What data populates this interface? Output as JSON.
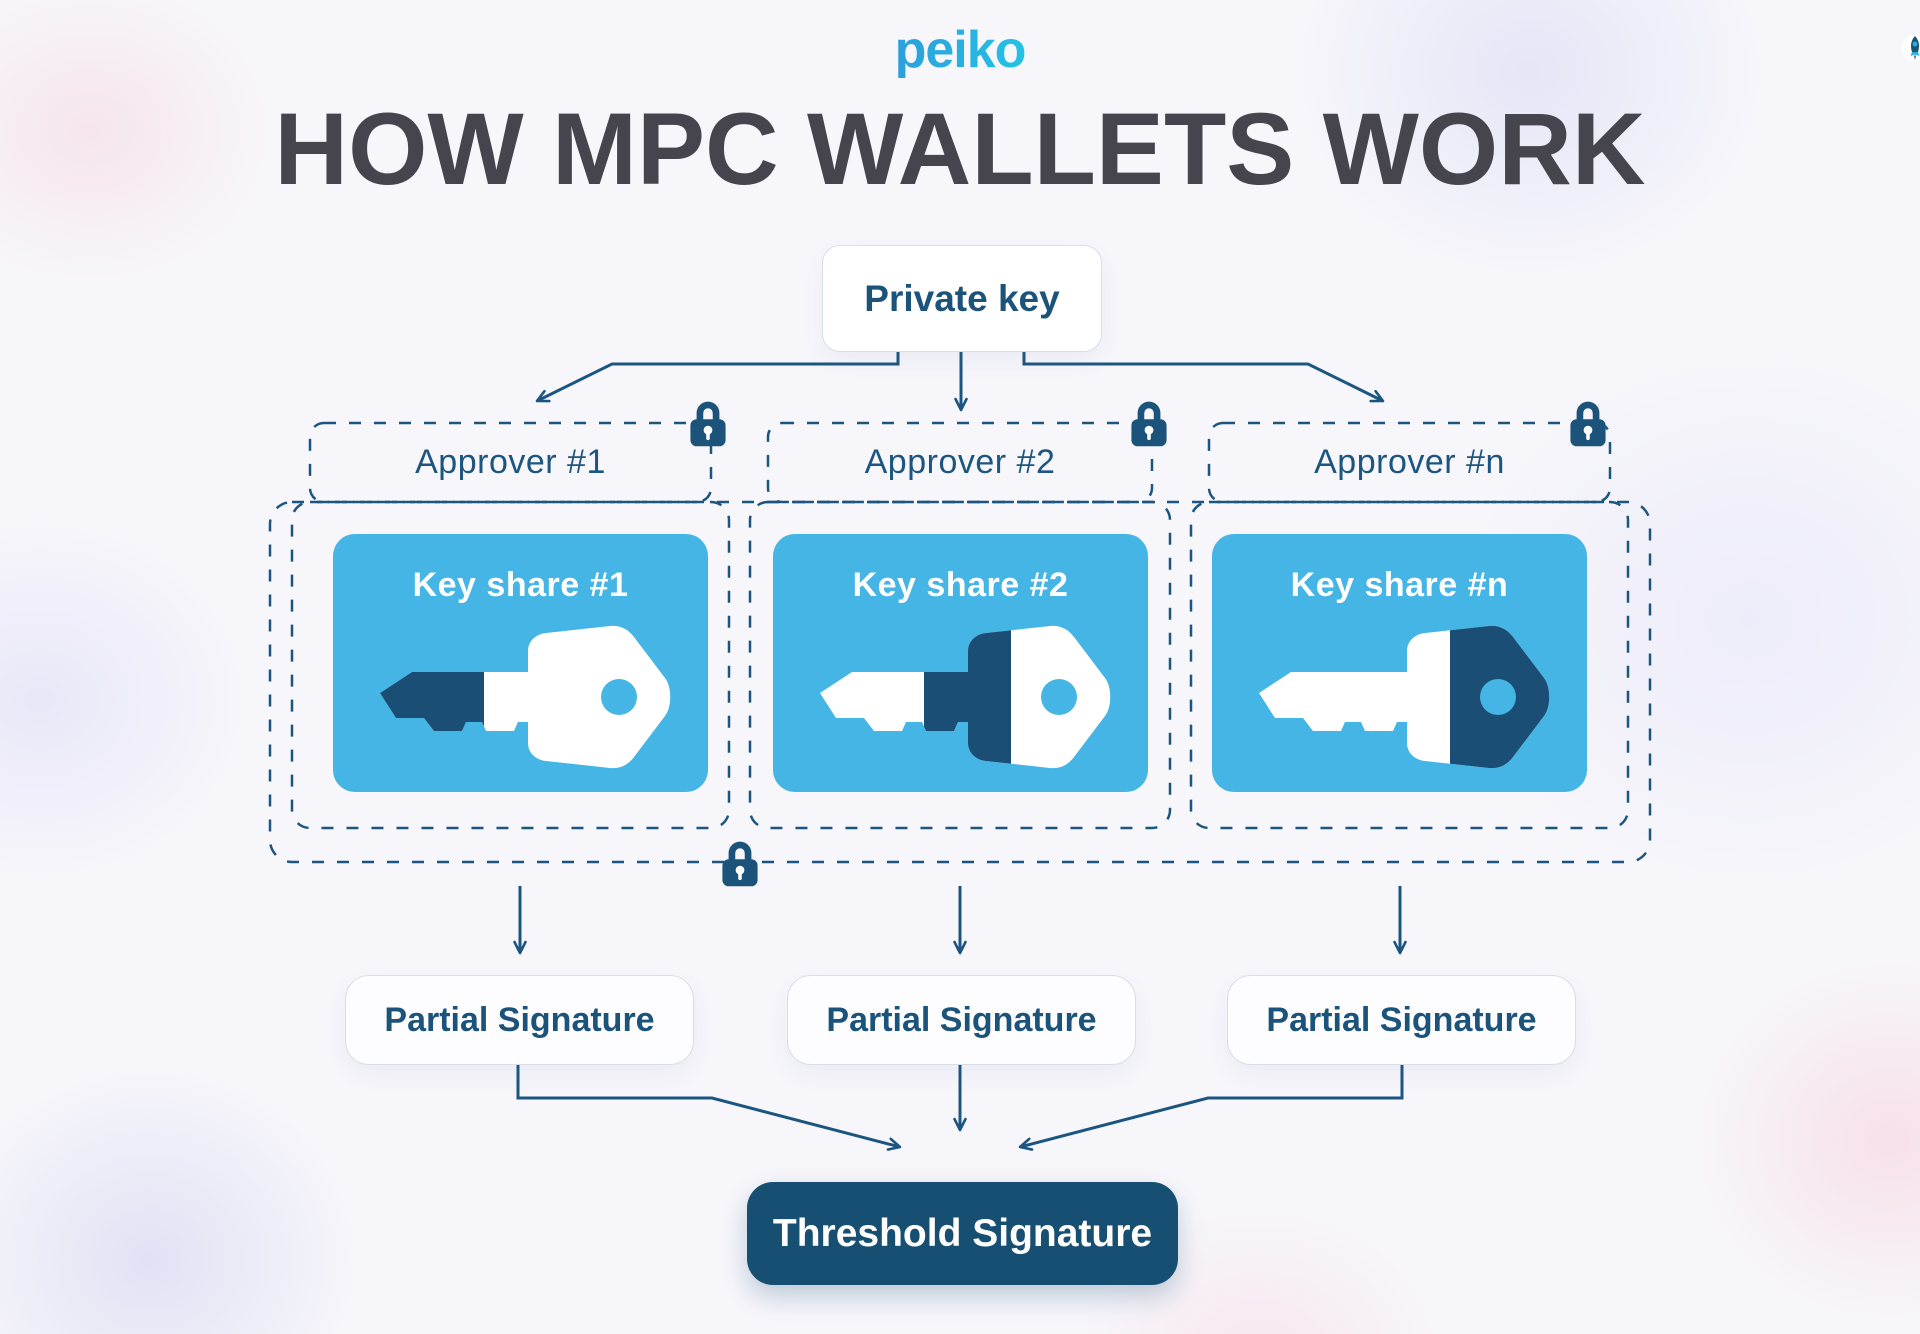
{
  "logo": {
    "text": "peiko",
    "accent_color": "#29b1de"
  },
  "title": "HOW MPC WALLETS WORK",
  "flow": {
    "private_key": {
      "label": "Private key"
    },
    "approvers": [
      {
        "label": "Approver #1",
        "key_share_label": "Key share #1",
        "key_dark_segment": "left"
      },
      {
        "label": "Approver #2",
        "key_share_label": "Key share #2",
        "key_dark_segment": "middle"
      },
      {
        "label": "Approver #n",
        "key_share_label": "Key share #n",
        "key_dark_segment": "right"
      }
    ],
    "partial_signatures": [
      "Partial Signature",
      "Partial Signature",
      "Partial Signature"
    ],
    "threshold_signature": {
      "label": "Threshold Signature"
    }
  },
  "colors": {
    "navy": "#1b537a",
    "threshold_bg": "#174f72",
    "key_share_bg": "#45b5e6",
    "title_text": "#46454e",
    "dashed_border": "#1c5680"
  }
}
